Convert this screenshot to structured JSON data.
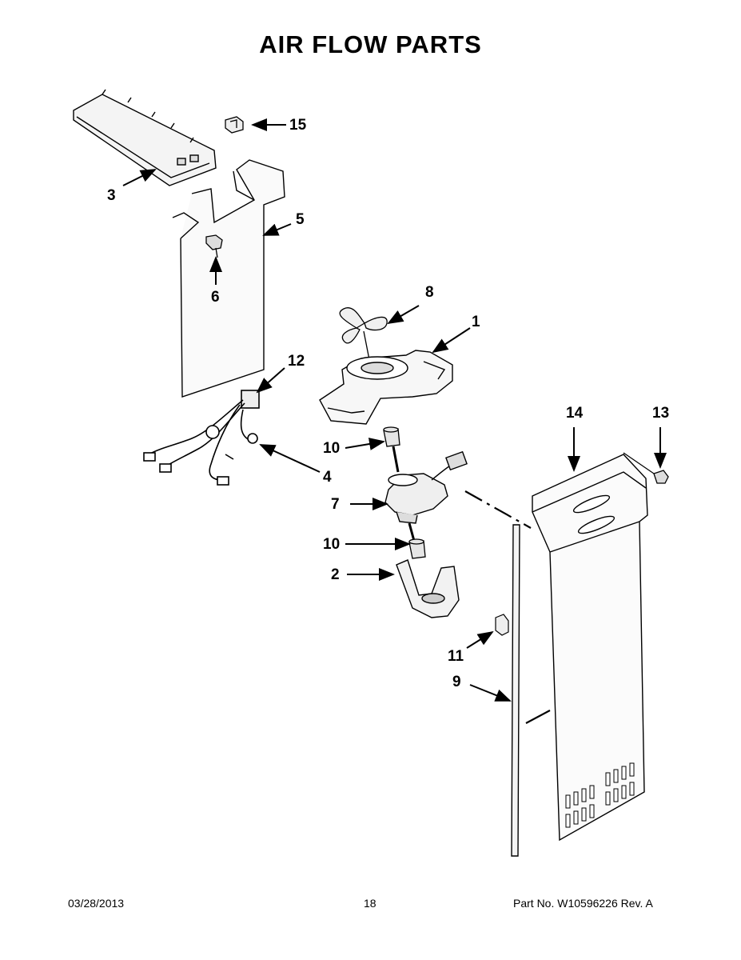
{
  "title": "AIR FLOW PARTS",
  "footer": {
    "date": "03/28/2013",
    "page": "18",
    "part_number": "Part No. W10596226  Rev. A"
  },
  "callouts": {
    "c1": "1",
    "c2": "2",
    "c3": "3",
    "c4": "4",
    "c5": "5",
    "c6": "6",
    "c7": "7",
    "c8": "8",
    "c9": "9",
    "c10a": "10",
    "c10b": "10",
    "c11": "11",
    "c12": "12",
    "c13": "13",
    "c14": "14",
    "c15": "15"
  }
}
